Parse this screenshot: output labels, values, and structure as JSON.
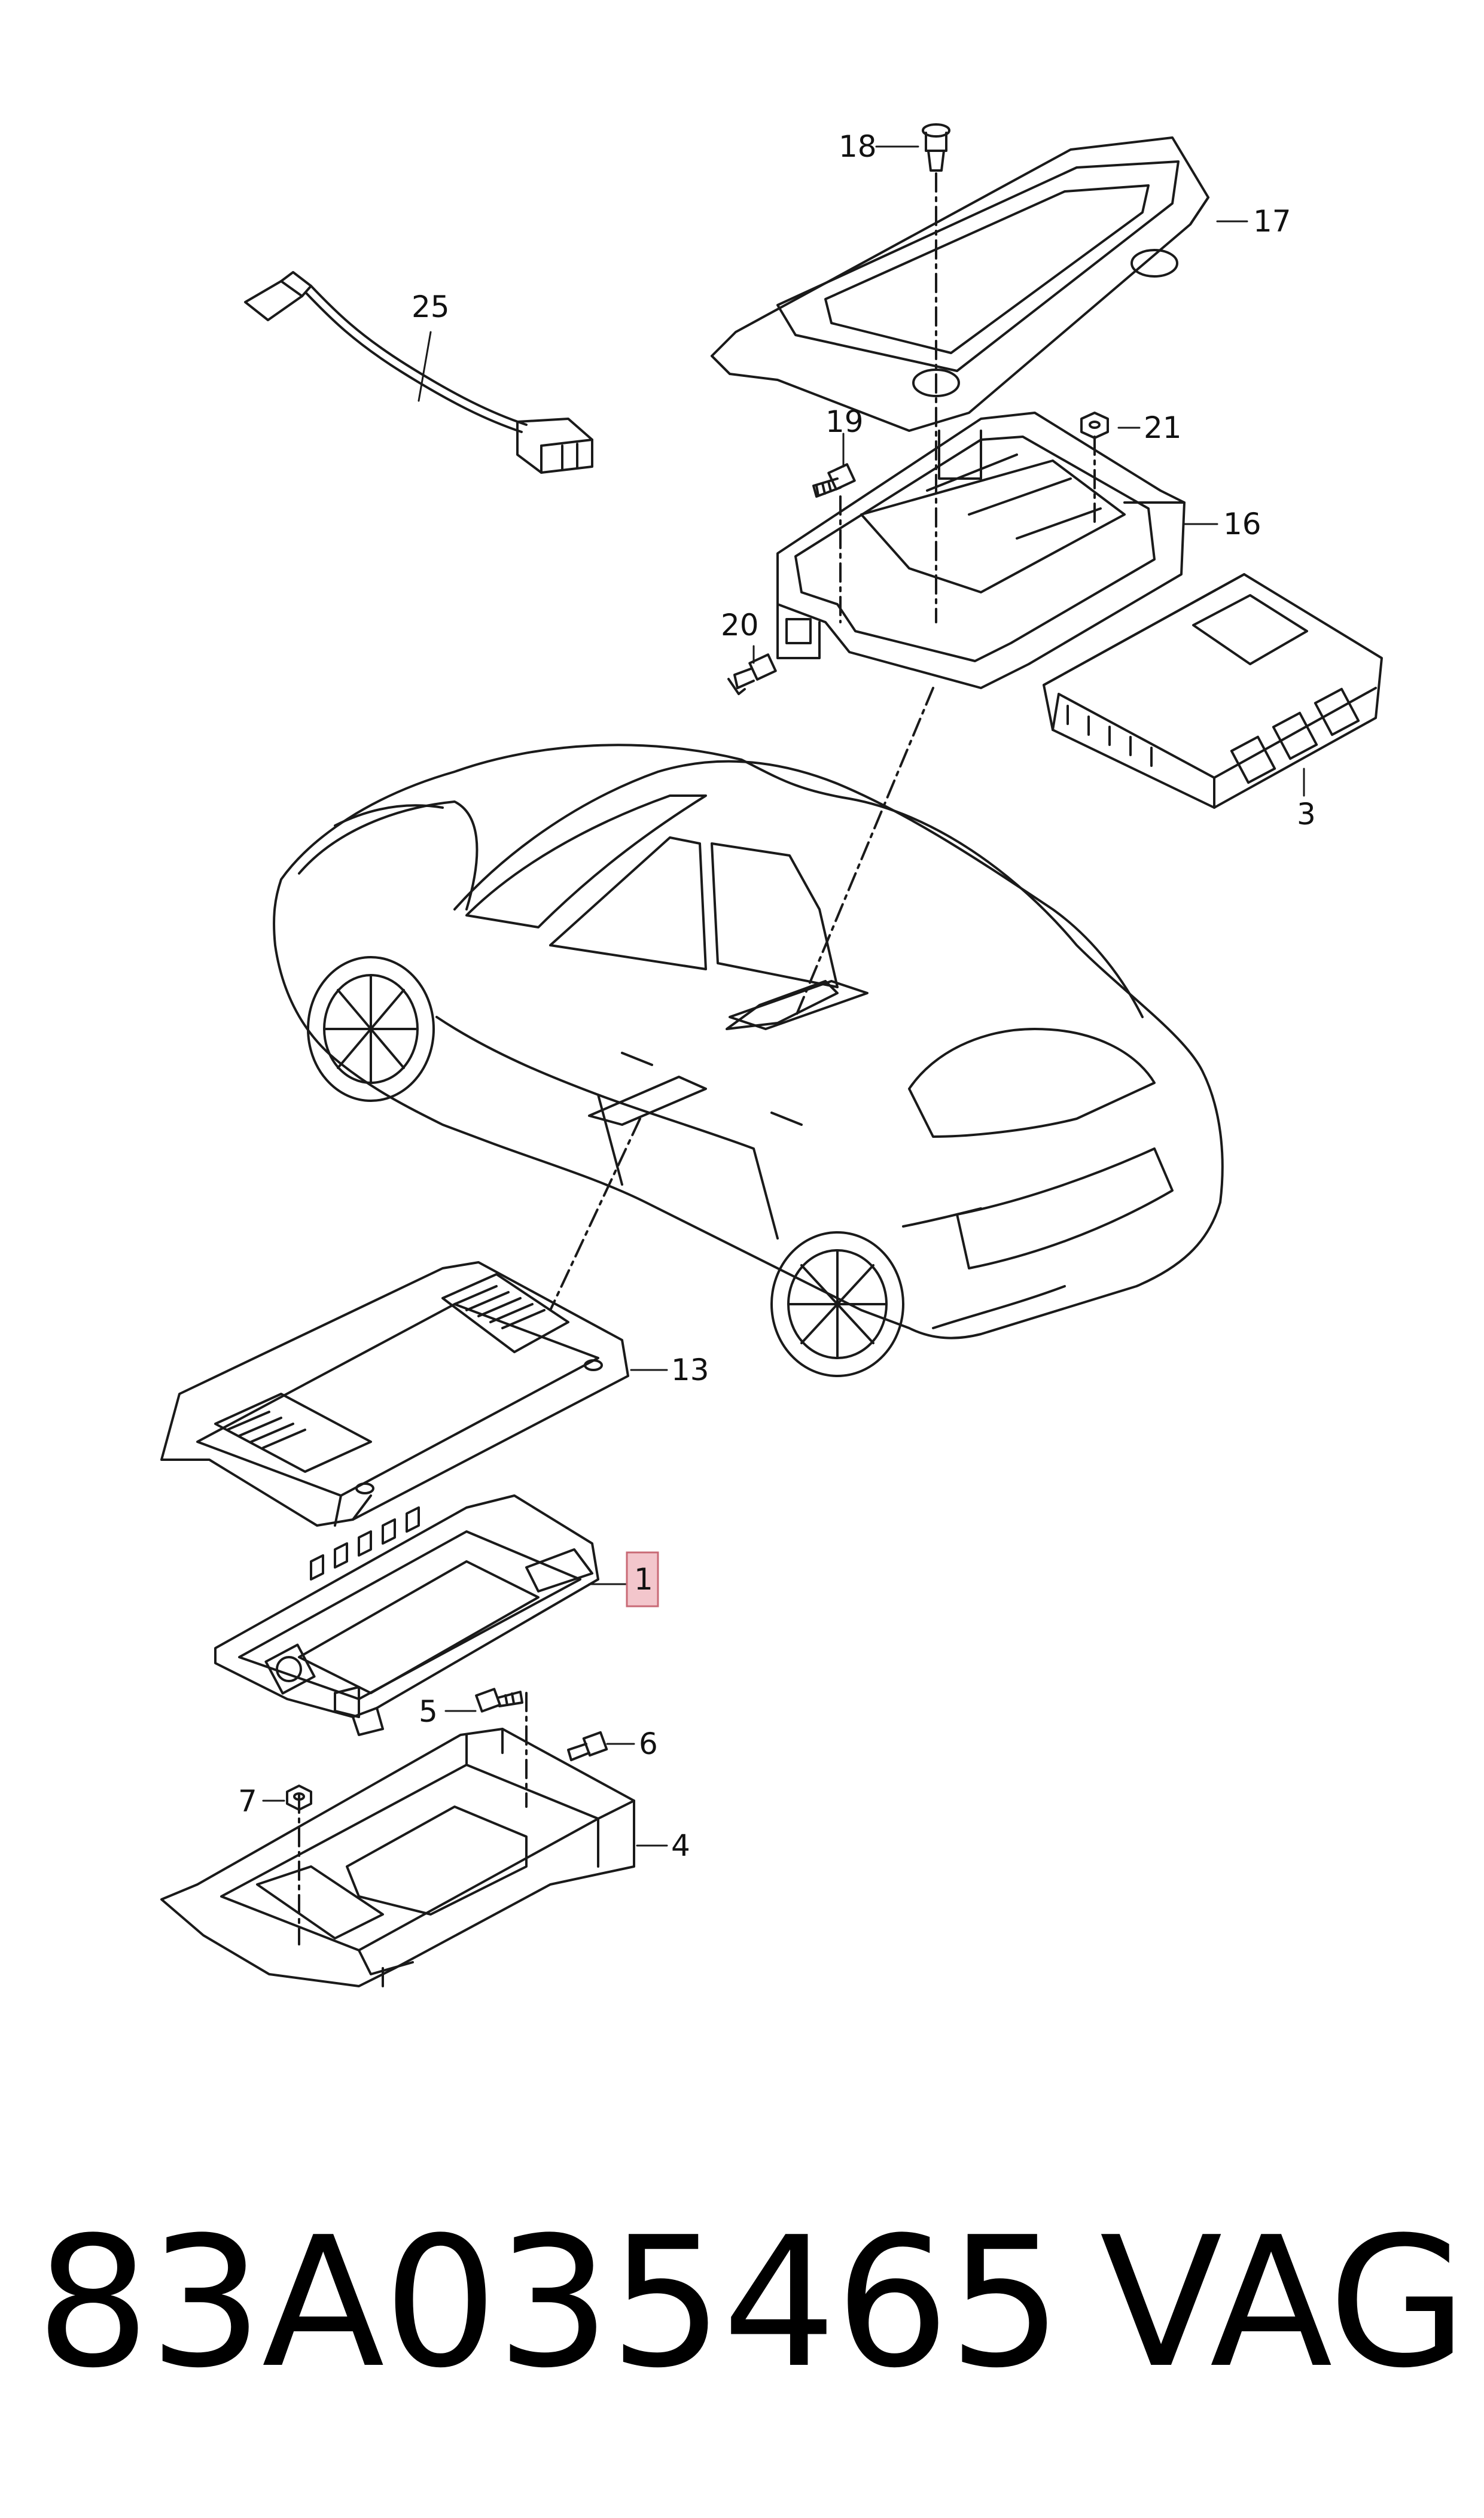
{
  "callouts": {
    "c1": "1",
    "c3": "3",
    "c4": "4",
    "c5": "5",
    "c6": "6",
    "c7": "7",
    "c13": "13",
    "c16": "16",
    "c17": "17",
    "c18": "18",
    "c19": "19",
    "c20": "20",
    "c21": "21",
    "c25": "25"
  },
  "highlight_color": "#f3c6cc",
  "line_color": "#1a1a1a",
  "footer": {
    "part_number": "83A035465",
    "brand": "VAG"
  }
}
